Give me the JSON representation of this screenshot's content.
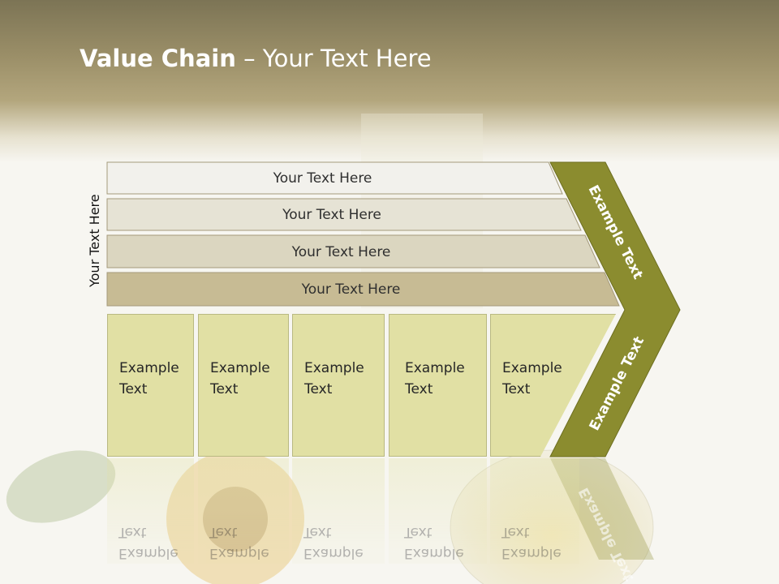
{
  "title": {
    "bold": "Value Chain",
    "rest": " – Your Text Here"
  },
  "side_label": "Your Text Here",
  "rows": [
    {
      "label": "Your Text Here",
      "color": "#f2f1ec"
    },
    {
      "label": "Your Text Here",
      "color": "#e6e3d5"
    },
    {
      "label": "Your Text Here",
      "color": "#dbd6c0"
    },
    {
      "label": "Your Text Here",
      "color": "#c7bb94"
    }
  ],
  "boxes": [
    {
      "line1": "Example",
      "line2": "Text"
    },
    {
      "line1": "Example",
      "line2": "Text"
    },
    {
      "line1": "Example",
      "line2": "Text"
    },
    {
      "line1": "Example",
      "line2": "Text"
    },
    {
      "line1": "Example",
      "line2": "Text"
    }
  ],
  "chevron": {
    "upper": "Example Text",
    "lower": "Example Text",
    "color": "#8b8c2f"
  }
}
